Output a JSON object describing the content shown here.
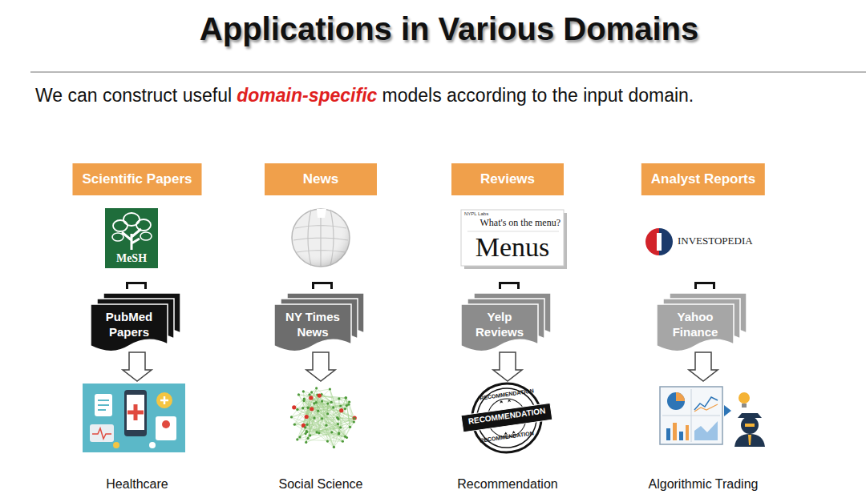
{
  "diagram": {
    "title": "Applications in Various Domains",
    "nodes": [
      {
        "text": [
          "Scientific Papers"
        ]
      },
      {
        "text": [
          "News"
        ]
      },
      {
        "text": [
          "Reviews"
        ]
      },
      {
        "text": [
          "Analyst Reports"
        ]
      },
      {
        "text": [
          "PubMed Papers"
        ]
      },
      {
        "text": [
          "NY Times News"
        ]
      },
      {
        "text": [
          "Yelp Reviews"
        ]
      },
      {
        "text": [
          "Yahoo Finance"
        ]
      },
      {
        "text": [
          "Healthcare"
        ]
      },
      {
        "text": [
          "Social Science"
        ]
      },
      {
        "text": [
          "Recommendation"
        ]
      },
      {
        "text": [
          "Algorithmic Trading"
        ]
      }
    ],
    "edges": [
      {
        "from": 4,
        "to": 8,
        "arrow": "to"
      },
      {
        "from": 5,
        "to": 9,
        "arrow": "to"
      },
      {
        "from": 6,
        "to": 10,
        "arrow": "to"
      },
      {
        "from": 7,
        "to": 11,
        "arrow": "to"
      }
    ],
    "labels": [
      "We can construct useful",
      "domain-specific",
      "models according to the input domain.",
      "MeSH",
      "NYPL Labs",
      "What's on the menu?",
      "Menus",
      "INVESTOPEDIA",
      "RECOMMENDATION",
      "RECOMMENDATION",
      "RECOMMENDATION"
    ]
  }
}
